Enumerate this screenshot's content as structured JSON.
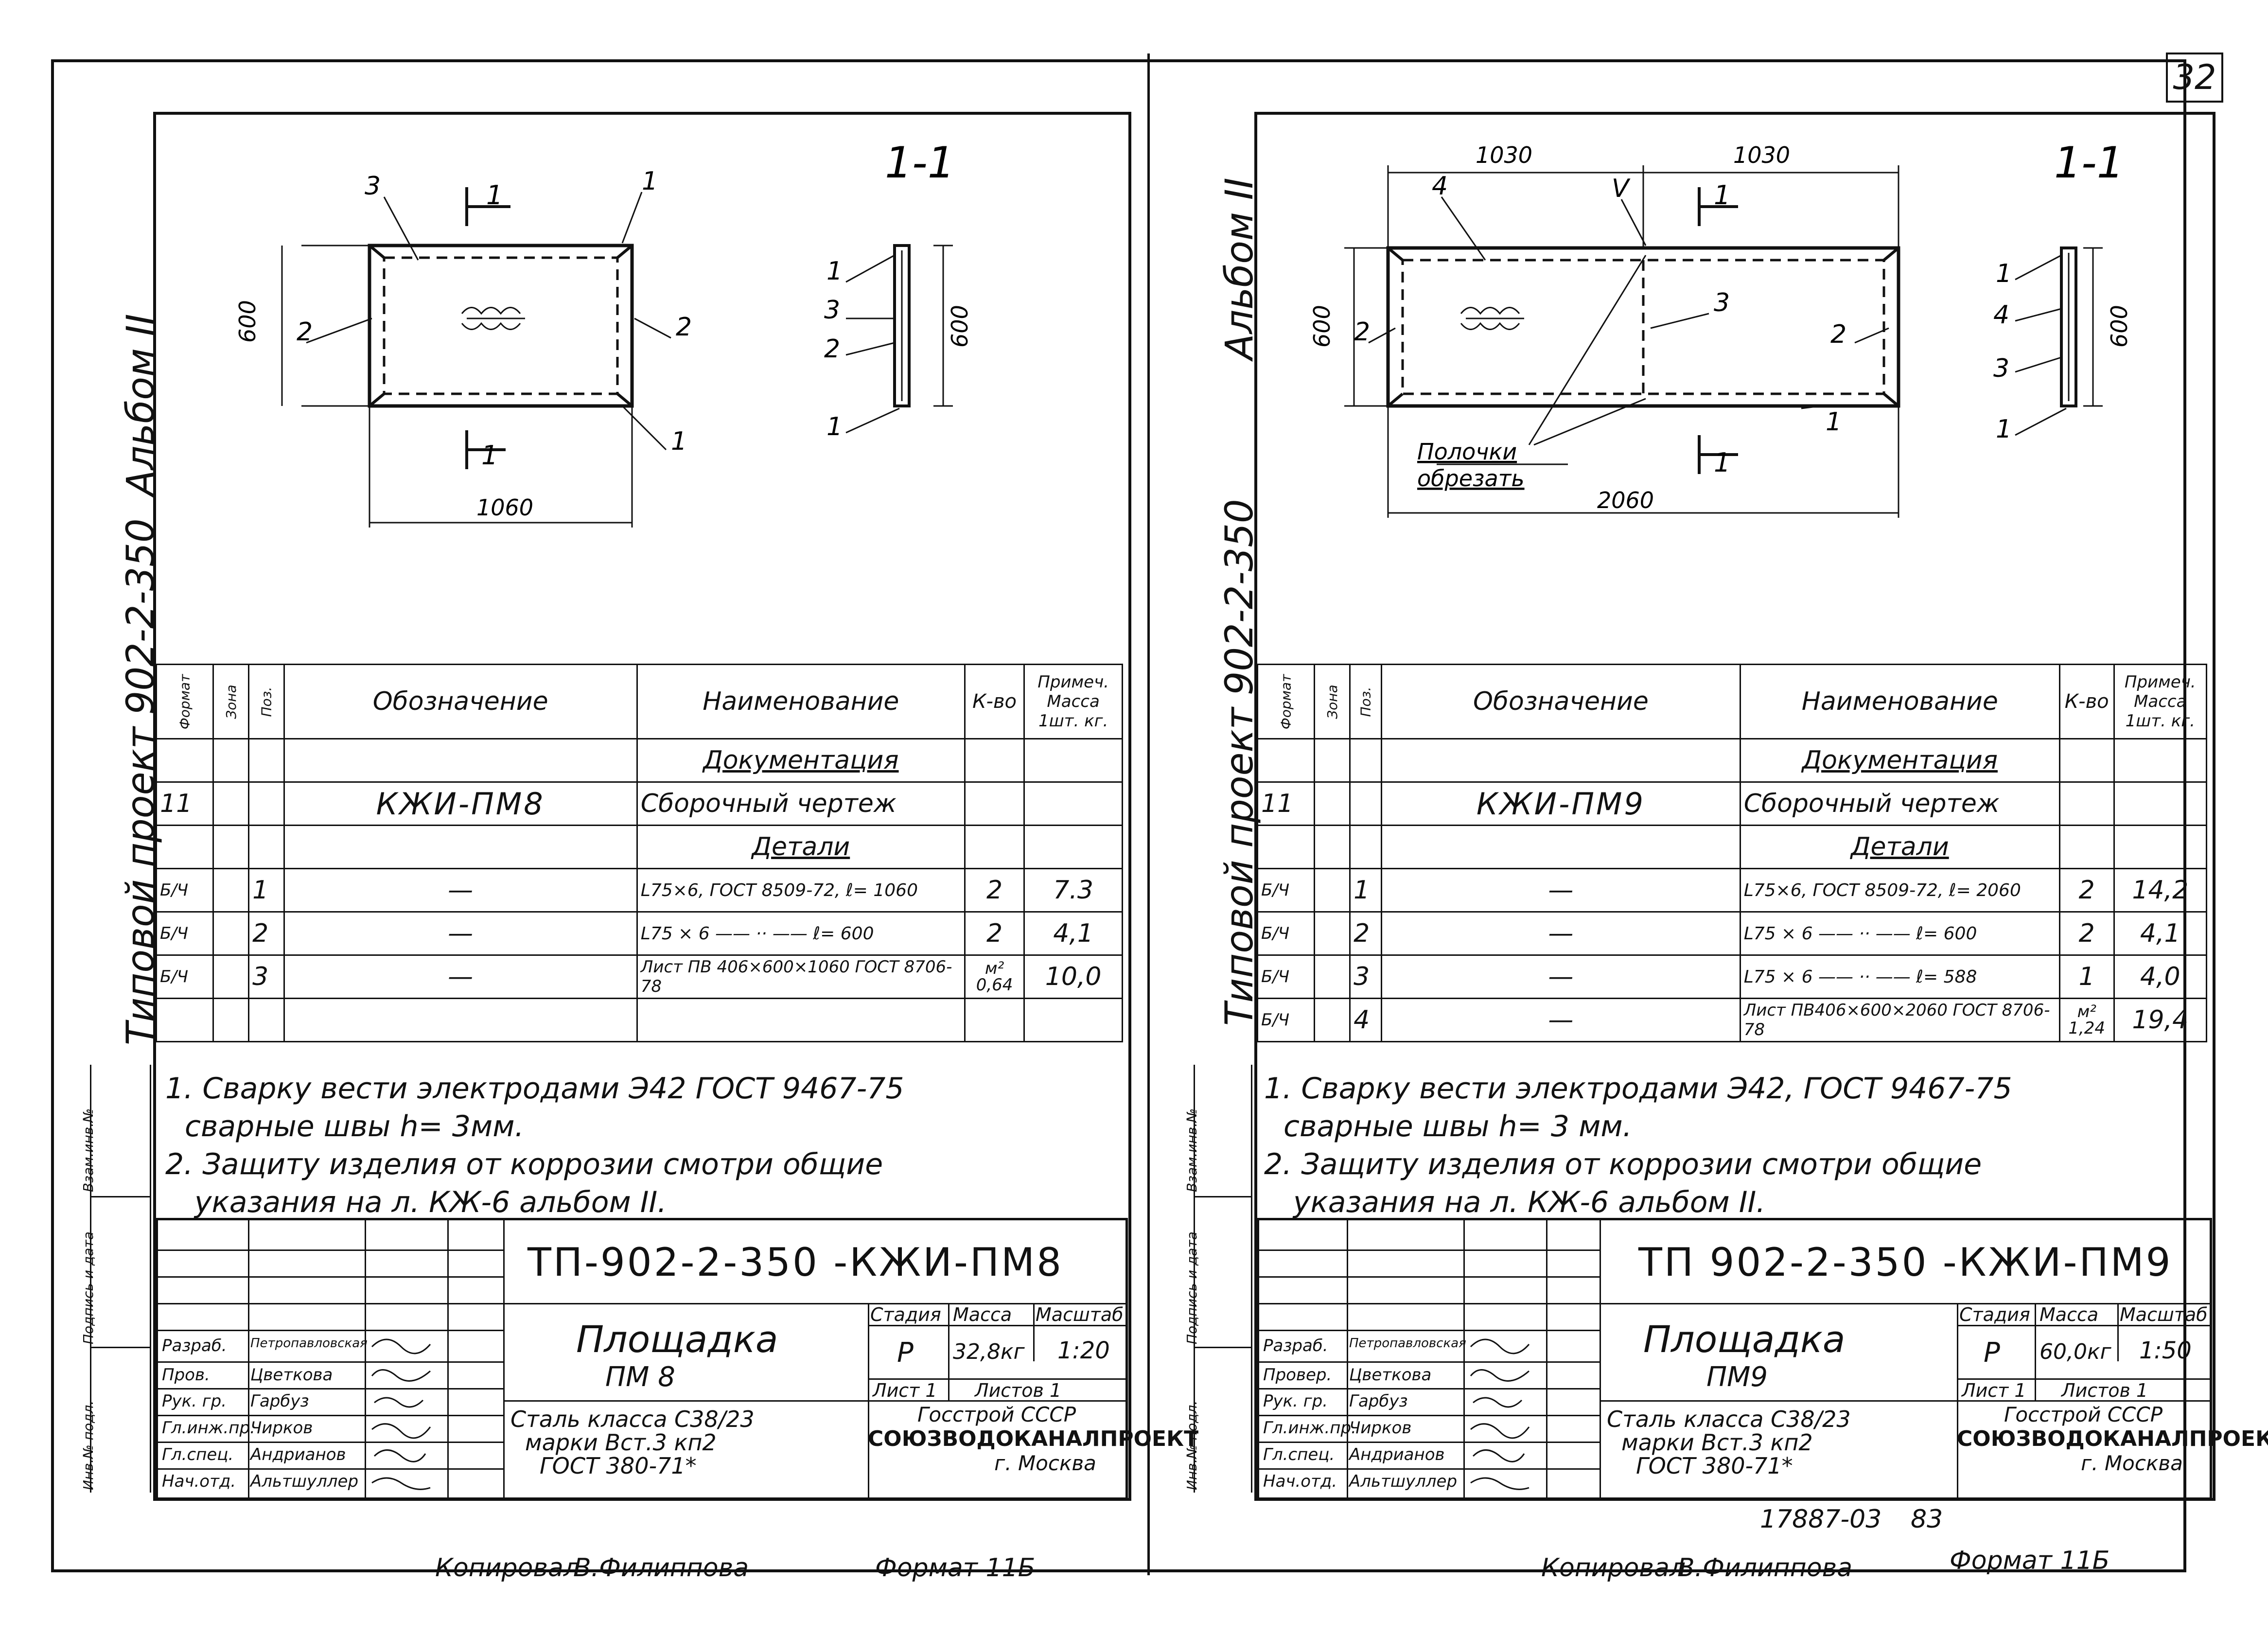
{
  "page_number": "32",
  "left": {
    "album_label": "Альбом II",
    "project_label": "Типовой проект 902-2-350",
    "stamp_labels": [
      "Инв.№ подл.",
      "Подпись и дата",
      "Взам.инв.№"
    ],
    "drawing": {
      "section_title": "1-1",
      "section_mark": "1",
      "dim_length": "1060",
      "dim_height": "600",
      "dim_section_height": "600",
      "callouts": [
        "1",
        "2",
        "3",
        "1",
        "2",
        "1",
        "3",
        "2",
        "1"
      ]
    },
    "table": {
      "headers": [
        "Формат",
        "Зона",
        "Поз.",
        "Обозначение",
        "Наименование",
        "К-во",
        "Примеч. Масса 1шт. кг."
      ],
      "doc_section": "Документация",
      "doc_row": {
        "format": "11",
        "designation": "КЖИ-ПМ8",
        "name": "Сборочный чертеж"
      },
      "details_section": "Детали",
      "rows": [
        {
          "format": "Б/Ч",
          "pos": "1",
          "designation": "—",
          "name": "L75×6, ГОСТ 8509-72, ℓ= 1060",
          "qty": "2",
          "mass": "7.3"
        },
        {
          "format": "Б/Ч",
          "pos": "2",
          "designation": "—",
          "name": "L75 × 6 —— ·· —— ℓ= 600",
          "qty": "2",
          "mass": "4,1"
        },
        {
          "format": "Б/Ч",
          "pos": "3",
          "designation": "—",
          "name": "Лист ПВ 406×600×1060 ГОСТ 8706-78",
          "qty": "м² 0,64",
          "mass": "10,0"
        }
      ]
    },
    "notes": [
      "1. Сварку вести электродами Э42 ГОСТ 9467-75",
      "сварные швы h= 3мм.",
      "2. Защиту изделия от коррозии смотри общие",
      "указания на л. КЖ-6 альбом II."
    ],
    "title_block": {
      "doc_code": "ТП-902-2-350 -КЖИ-ПМ8",
      "title": "Площадка",
      "subtitle": "ПМ 8",
      "material": [
        "Сталь класса С38/23",
        "марки Вст.3 кп2",
        "ГОСТ 380-71*"
      ],
      "stage_label": "Стадия",
      "mass_label": "Масса",
      "scale_label": "Масштаб",
      "stage": "Р",
      "mass": "32,8кг",
      "scale": "1:20",
      "sheet": "Лист 1",
      "sheets": "Листов 1",
      "org": [
        "Госстрой СССР",
        "СОЮЗВОДОКАНАЛПРОЕКТ",
        "г. Москва"
      ],
      "roles": [
        "Разраб.",
        "Пров.",
        "Рук. гр.",
        "Гл.инж.пр.",
        "Гл.спец.",
        "Нач.отд."
      ],
      "names": [
        "Петропавловская",
        "Цветкова",
        "Гарбуз",
        "Чирков",
        "Андрианов",
        "Альтшуллер"
      ]
    },
    "footer": {
      "copied": "Копировал",
      "copier": "В.Филиппова",
      "format": "Формат 11Б"
    }
  },
  "right": {
    "album_label": "Альбом II",
    "project_label": "Типовой проект 902-2-350",
    "stamp_labels": [
      "Инв.№ подл.",
      "Подпись и дата",
      "Взам.инв.№"
    ],
    "drawing": {
      "section_title": "1-1",
      "section_mark": "1",
      "dim_left": "1030",
      "dim_right": "1030",
      "dim_length": "2060",
      "dim_height": "600",
      "dim_section_height": "600",
      "trim_note": [
        "Полочки",
        "обрезать"
      ],
      "callouts": [
        "4",
        "V",
        "2",
        "3",
        "2",
        "1",
        "1",
        "4",
        "3",
        "1"
      ]
    },
    "table": {
      "headers": [
        "Формат",
        "Зона",
        "Поз.",
        "Обозначение",
        "Наименование",
        "К-во",
        "Примеч. Масса 1шт. кг."
      ],
      "doc_section": "Документация",
      "doc_row": {
        "format": "11",
        "designation": "КЖИ-ПМ9",
        "name": "Сборочный чертеж"
      },
      "details_section": "Детали",
      "rows": [
        {
          "format": "Б/Ч",
          "pos": "1",
          "designation": "—",
          "name": "L75×6, ГОСТ 8509-72, ℓ= 2060",
          "qty": "2",
          "mass": "14,2"
        },
        {
          "format": "Б/Ч",
          "pos": "2",
          "designation": "—",
          "name": "L75 × 6 —— ·· —— ℓ= 600",
          "qty": "2",
          "mass": "4,1"
        },
        {
          "format": "Б/Ч",
          "pos": "3",
          "designation": "—",
          "name": "L75 × 6 —— ·· —— ℓ= 588",
          "qty": "1",
          "mass": "4,0"
        },
        {
          "format": "Б/Ч",
          "pos": "4",
          "designation": "—",
          "name": "Лист ПВ406×600×2060 ГОСТ 8706-78",
          "qty": "м² 1,24",
          "mass": "19,4"
        }
      ]
    },
    "notes": [
      "1. Сварку вести электродами Э42, ГОСТ 9467-75",
      "сварные швы h= 3 мм.",
      "2. Защиту изделия от коррозии смотри общие",
      "указания на л. КЖ-6 альбом II."
    ],
    "title_block": {
      "doc_code": "ТП 902-2-350 -КЖИ-ПМ9",
      "title": "Площадка",
      "subtitle": "ПМ9",
      "material": [
        "Сталь класса С38/23",
        "марки Вст.3 кп2",
        "ГОСТ 380-71*"
      ],
      "stage_label": "Стадия",
      "mass_label": "Масса",
      "scale_label": "Масштаб",
      "stage": "Р",
      "mass": "60,0кг",
      "scale": "1:50",
      "sheet": "Лист 1",
      "sheets": "Листов 1",
      "org": [
        "Госстрой СССР",
        "СОЮЗВОДОКАНАЛПРОЕКТ",
        "г. Москва"
      ],
      "roles": [
        "Разраб.",
        "Провер.",
        "Рук. гр.",
        "Гл.инж.пр.",
        "Гл.спец.",
        "Нач.отд."
      ],
      "names": [
        "Петропавловская",
        "Цветкова",
        "Гарбуз",
        "Чирков",
        "Андрианов",
        "Альтшуллер"
      ]
    },
    "archive_number": "17887-03",
    "archive_seq": "83",
    "footer": {
      "copied": "Копировал",
      "copier": "В.Филиппова",
      "format": "Формат 11Б"
    }
  }
}
